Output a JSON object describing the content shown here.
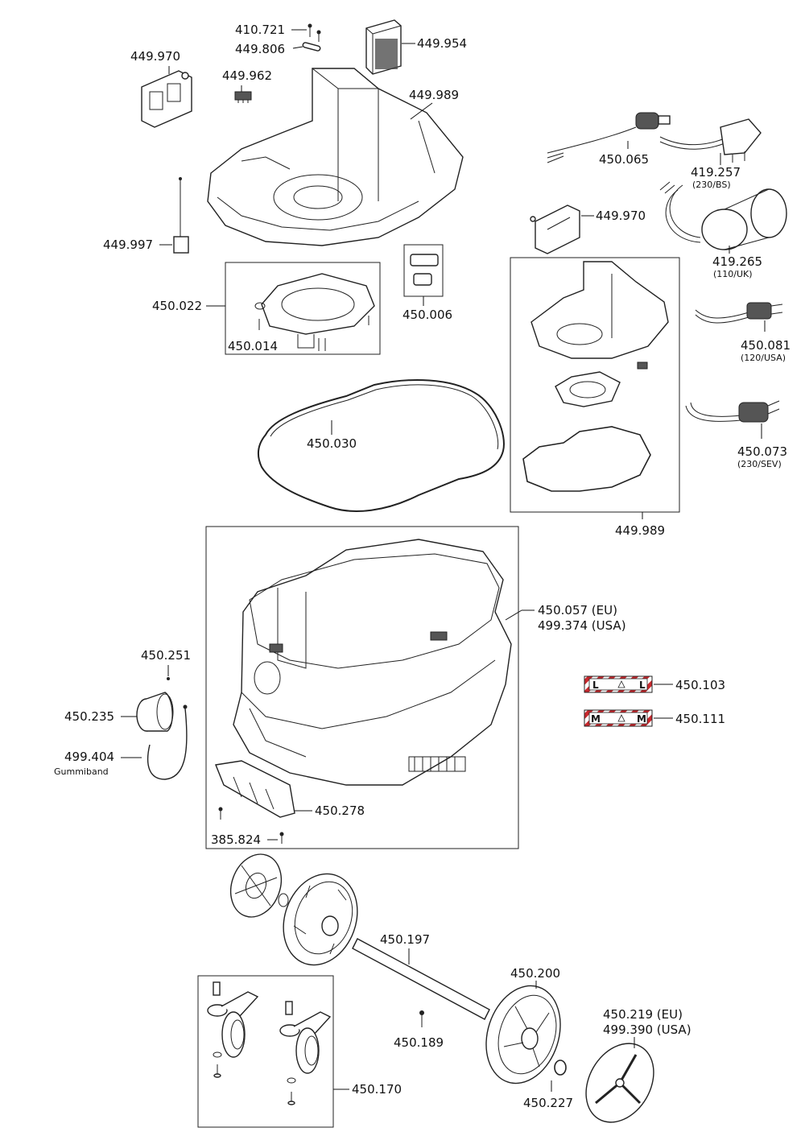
{
  "labels": {
    "p410_721": "410.721",
    "p449_806": "449.806",
    "p449_954": "449.954",
    "p449_970_top": "449.970",
    "p449_962": "449.962",
    "p449_989_top": "449.989",
    "p450_065": "450.065",
    "p419_257": "419.257",
    "p419_257_sub": "(230/BS)",
    "p449_970_mid": "449.970",
    "p419_265": "419.265",
    "p419_265_sub": "(110/UK)",
    "p449_997": "449.997",
    "p450_006": "450.006",
    "p450_022": "450.022",
    "p450_014": "450.014",
    "p450_081": "450.081",
    "p450_081_sub": "(120/USA)",
    "p450_030": "450.030",
    "p450_073": "450.073",
    "p450_073_sub": "(230/SEV)",
    "p449_989_bot": "449.989",
    "p450_057": "450.057 (EU)",
    "p499_374": "499.374 (USA)",
    "p450_251": "450.251",
    "p450_103": "450.103",
    "p450_235": "450.235",
    "p450_111": "450.111",
    "p499_404": "499.404",
    "p499_404_sub": "Gummiband",
    "p450_278": "450.278",
    "p385_824": "385.824",
    "p450_197": "450.197",
    "p450_200": "450.200",
    "p450_219": "450.219 (EU)",
    "p499_390": "499.390 (USA)",
    "p450_189": "450.189",
    "p450_170": "450.170",
    "p450_227": "450.227"
  },
  "stickers": {
    "l_class": "L",
    "m_class": "M"
  },
  "colors": {
    "sticker_stripe": "#c8282d",
    "line": "#222222"
  }
}
